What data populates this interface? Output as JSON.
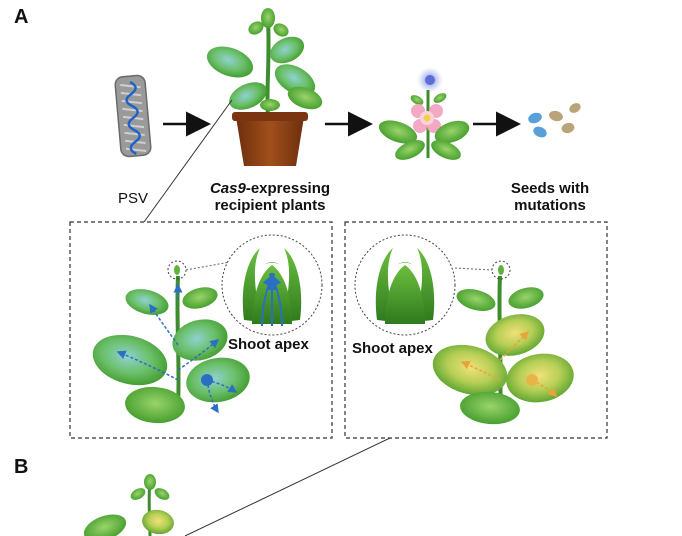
{
  "panels": {
    "a_letter": "A",
    "b_letter": "B"
  },
  "labels": {
    "psv": "PSV",
    "cas9_italic": "Cas9",
    "cas9_rest": "-expressing",
    "recipient": "recipient plants",
    "seeds_line1": "Seeds with",
    "seeds_line2": "mutations",
    "shoot_apex_left": "Shoot apex",
    "shoot_apex_right": "Shoot apex"
  },
  "colors": {
    "leaf": "#62b13a",
    "leaf_dark": "#2f8a23",
    "stem": "#3f8c2e",
    "vector_blue": "#2a6fc4",
    "spread_orange": "#e8b44a",
    "pot": "#8a3d14",
    "flower_pink": "#f3a8c4",
    "flower_blue": "#9fb0e6",
    "seed_blue": "#5aa0d8",
    "seed_tan": "#b9a47a"
  }
}
